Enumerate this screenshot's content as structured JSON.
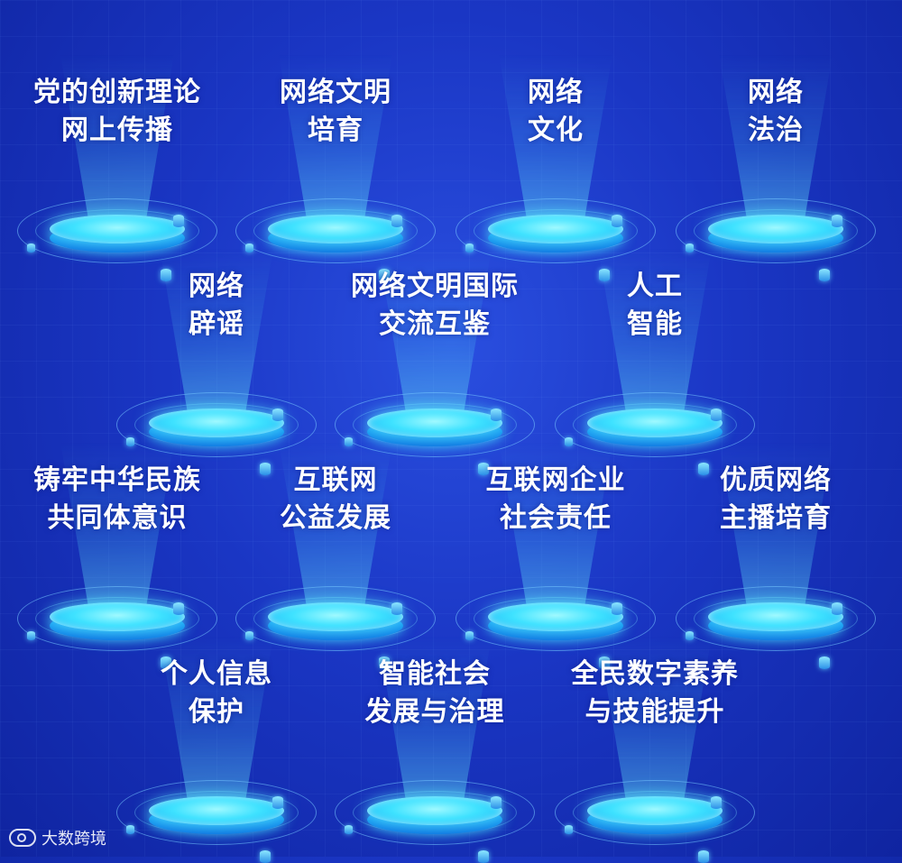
{
  "topics": [
    {
      "line1": "党的创新理论",
      "line2": "网上传播"
    },
    {
      "line1": "网络文明",
      "line2": "培育"
    },
    {
      "line1": "网络",
      "line2": "文化"
    },
    {
      "line1": "网络",
      "line2": "法治"
    },
    {
      "line1": "网络",
      "line2": "辟谣"
    },
    {
      "line1": "网络文明国际",
      "line2": "交流互鉴"
    },
    {
      "line1": "人工",
      "line2": "智能"
    },
    {
      "line1": "铸牢中华民族",
      "line2": "共同体意识"
    },
    {
      "line1": "互联网",
      "line2": "公益发展"
    },
    {
      "line1": "互联网企业",
      "line2": "社会责任"
    },
    {
      "line1": "优质网络",
      "line2": "主播培育"
    },
    {
      "line1": "个人信息",
      "line2": "保护"
    },
    {
      "line1": "智能社会",
      "line2": "发展与治理"
    },
    {
      "line1": "全民数字素养",
      "line2": "与技能提升"
    }
  ],
  "watermark": {
    "text": "大数跨境"
  },
  "colors": {
    "background": "#1a36c4",
    "disc": "#3fe2ff",
    "text": "#ffffff"
  }
}
